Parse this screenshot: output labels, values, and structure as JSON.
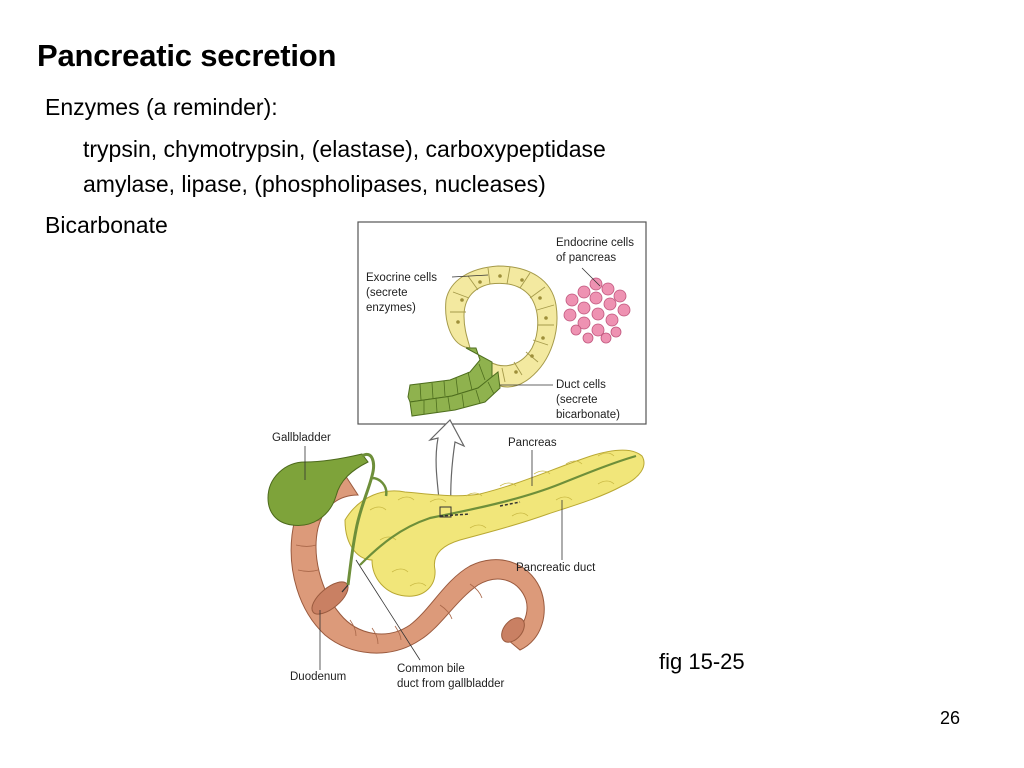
{
  "slide": {
    "title": "Pancreatic secretion",
    "enzymes_heading": "Enzymes (a reminder):",
    "enzymes_line1": "trypsin, chymotrypsin, (elastase), carboxypeptidase",
    "enzymes_line2": "amylase, lipase, (phospholipases, nucleases)",
    "bicarbonate": "Bicarbonate",
    "figure_ref": "fig 15-25",
    "page_number": "26"
  },
  "figure_labels": {
    "endocrine_1": "Endocrine cells",
    "endocrine_2": "of pancreas",
    "exocrine_1": "Exocrine cells",
    "exocrine_2": "(secrete",
    "exocrine_3": "enzymes)",
    "duct_1": "Duct cells",
    "duct_2": "(secrete",
    "duct_3": "bicarbonate)",
    "gallbladder": "Gallbladder",
    "pancreas": "Pancreas",
    "pancreatic_duct": "Pancreatic duct",
    "duodenum": "Duodenum",
    "bile_1": "Common bile",
    "bile_2": "duct from gallbladder"
  },
  "colors": {
    "exocrine_fill": "#f3e9a0",
    "duct_fill": "#8fb24e",
    "endocrine_fill": "#ee92b2",
    "pancreas_fill": "#f1e67a",
    "duodenum_fill": "#dc9a7a",
    "gallbladder_fill": "#7ea33a"
  }
}
